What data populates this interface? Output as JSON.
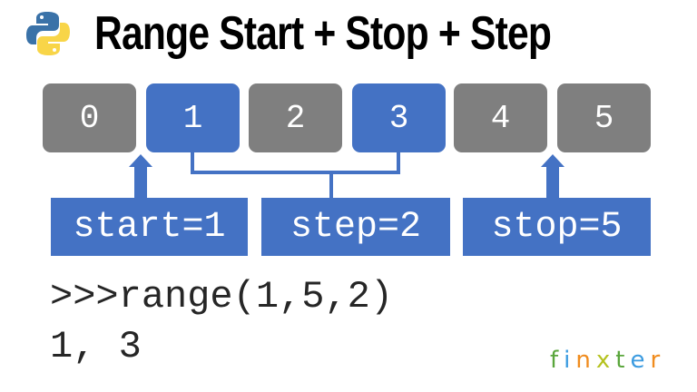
{
  "header": {
    "title": "Range Start + Stop + Step",
    "logo_icon": "python-logo-icon"
  },
  "sequence": {
    "cells": [
      {
        "label": "0",
        "highlighted": false
      },
      {
        "label": "1",
        "highlighted": true
      },
      {
        "label": "2",
        "highlighted": false
      },
      {
        "label": "3",
        "highlighted": true
      },
      {
        "label": "4",
        "highlighted": false
      },
      {
        "label": "5",
        "highlighted": false
      }
    ]
  },
  "params": {
    "start": "start=1",
    "step": "step=2",
    "stop": "stop=5"
  },
  "code": {
    "input": ">>>range(1,5,2)",
    "output": "1, 3"
  },
  "brand": {
    "name": "finxter",
    "letters": [
      {
        "char": "f",
        "color": "#5aa63c"
      },
      {
        "char": "i",
        "color": "#3b9be0"
      },
      {
        "char": "n",
        "color": "#f08c1e"
      },
      {
        "char": "x",
        "color": "#b5c21f"
      },
      {
        "char": "t",
        "color": "#5aa63c"
      },
      {
        "char": "e",
        "color": "#3b9be0"
      },
      {
        "char": "r",
        "color": "#f08c1e"
      }
    ]
  },
  "colors": {
    "highlight_blue": "#4472c4",
    "cell_gray": "#7f7f7f",
    "python_blue": "#3a72a8",
    "python_yellow": "#f8d548"
  }
}
